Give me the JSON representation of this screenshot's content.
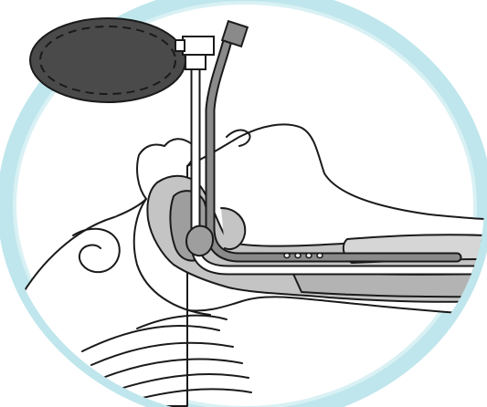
{
  "figure": {
    "subject": "airway-device-insertion-illustration",
    "colors": {
      "frame": "#bfe6ec",
      "frame_inner": "#d9f1f4",
      "line": "#1a1a1a",
      "bag_fill": "#4a4a4a",
      "tissue_fill": "#c4c4c4",
      "tissue_dark": "#9e9e9e",
      "skin": "#ffffff"
    },
    "parts": [
      {
        "id": "reservoir-bag",
        "icon": "bag-icon"
      },
      {
        "id": "tube-connector",
        "icon": "connector-icon"
      },
      {
        "id": "airway-tube",
        "icon": "tube-icon"
      },
      {
        "id": "drain-tube",
        "icon": "tube-icon"
      },
      {
        "id": "oral-cavity",
        "icon": "anatomy-icon"
      },
      {
        "id": "esophagus",
        "icon": "anatomy-icon"
      },
      {
        "id": "trachea",
        "icon": "anatomy-icon"
      }
    ]
  }
}
